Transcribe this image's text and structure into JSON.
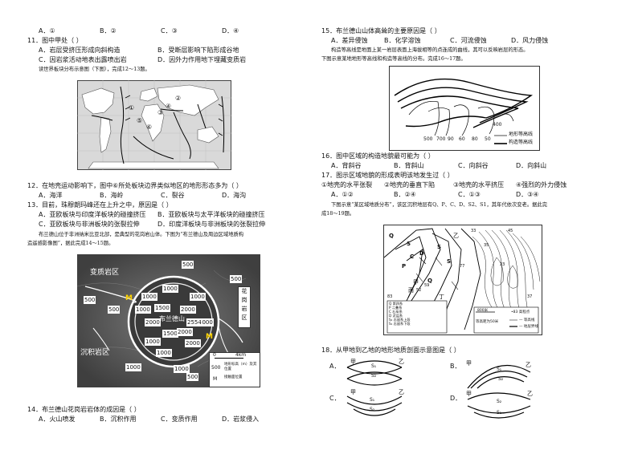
{
  "left": {
    "q10_options": [
      "A．①",
      "B．②",
      "C．③",
      "D．④"
    ],
    "q11": {
      "stem": "11．图中甲处（   ）",
      "options": [
        "A．岩层受挤压形成向斜构造",
        "B．受断层影响下陷形成谷地",
        "C．因岩浆活动地表出露喷出岩",
        "D．因外力作用地下埋藏变质岩"
      ]
    },
    "intro_12_13": "读世界板块分布示意图（下图），完成12～13题。",
    "q12": {
      "stem": "12．在地壳运动影响下，图中⑥所处板块边界类似地区的地形形态多为（   ）",
      "options": [
        "A．海洋",
        "B．海岭",
        "C．裂谷",
        "D．海沟"
      ]
    },
    "q13": {
      "stem": "13．目前，珠穆朗玛峰还在上升之中，原因是（   ）",
      "options": [
        "A．亚欧板块与印度洋板块的碰撞挤压",
        "B．亚欧板块与太平洋板块的碰撞挤压",
        "C．亚欧板块与非洲板块的张裂拉伸",
        "D．印度洋板块与非洲板块的张裂拉伸"
      ]
    },
    "intro_14_15": [
      "布兰德山位于非洲纳米比亚北部，是典型的花岗岩山体。下图为“布兰德山及周边区域地质构",
      "造遥感影像图”，据此完成14～15题。"
    ],
    "q14": {
      "stem": "14．布兰德山花岗岩岩体的成因是（   ）",
      "options": [
        "A．火山喷发",
        "B．沉积作用",
        "C．变质作用",
        "D．岩浆侵入"
      ]
    },
    "world_map": {
      "labels": [
        "①",
        "②",
        "③",
        "④",
        "⑤",
        "⑥"
      ]
    },
    "brandberg": {
      "zone_labels": [
        "变质岩区",
        "沉积岩区",
        "花岗岩区"
      ],
      "granite_chars": [
        "花",
        "岗",
        "岩",
        "区"
      ],
      "elevations": [
        "500",
        "500",
        "500",
        "500",
        "500",
        "1000",
        "1000",
        "1000",
        "1000",
        "1000",
        "1000",
        "1000",
        "1500",
        "1500",
        "2000",
        "2000",
        "2000",
        "2000",
        "2554",
        "1000",
        "1000"
      ],
      "mountain_name": "布兰德山",
      "marker": "M",
      "scale": [
        "0",
        "4km"
      ],
      "legend": [
        {
          "symbol": "500",
          "text": "地形标高（m）及其位置"
        },
        {
          "symbol": "M",
          "text": "接触面位置"
        }
      ]
    }
  },
  "right": {
    "q15": {
      "stem": "15．布兰德山山体高耸的主要原因是（   ）",
      "options": [
        "A．差异侵蚀",
        "B．化学溶蚀",
        "C．河流侵蚀",
        "D．风力侵蚀"
      ]
    },
    "intro_16_17": [
      "构造等高线是地面上某一岩层表面上海拔相等的点连成的曲线，其可以反映岩层的形态。",
      "下图示意某地地形等高线和构造等高线的分布。完成16～17题。"
    ],
    "contour_fig": {
      "values": [
        "500",
        "700",
        "90",
        "60",
        "80",
        "50",
        "400"
      ],
      "legend": [
        "地形等高线",
        "构造等高线"
      ]
    },
    "q16": {
      "stem": "16．图中区域的构造地貌最可能为（   ）",
      "options": [
        "A．背斜谷",
        "B．背斜山",
        "C．向斜谷",
        "D．向斜山"
      ]
    },
    "q17": {
      "stem": "17．图示区域地貌的形成表明该地发生过（   ）",
      "items": [
        "①地壳的水平张裂",
        "②地壳的垂直下陷",
        "③地壳的水平挤压",
        "④强烈的外力侵蚀"
      ],
      "options": [
        "A．①②",
        "B．②④",
        "C．①③",
        "D．③④"
      ]
    },
    "intro_18_19": [
      "下图示意“某区域地质分布”，该区沉积地层有Q、P、C、D、S2、S1，其年代依次变老。据此完",
      "成18～19题。"
    ],
    "geo_map": {
      "labels": [
        "Q",
        "S",
        "C",
        "P",
        "D",
        "S",
        "Q",
        "乙",
        "甲",
        "S",
        "丙",
        "丁"
      ],
      "numbers": [
        "77",
        "52",
        "59",
        "33",
        "45",
        "37",
        "35",
        "23",
        "83"
      ],
      "legend": [
        "Q 第四系",
        "P 二叠系",
        "C 石炭系",
        "D 泥盆系",
        "S₂ 志留系上段",
        "S₁ 志留系下段",
        "•83 高程点",
        "— 等高线",
        "— 地层界线"
      ],
      "legend_scale": [
        "800米",
        "等高距为50米"
      ]
    },
    "q18": {
      "stem": "18．从甲地到乙地的地形地质剖面示意图是（   ）",
      "panels": [
        {
          "letter": "A．",
          "left": "甲",
          "right": "乙",
          "strata": [
            "S₁",
            "S₂"
          ]
        },
        {
          "letter": "B．",
          "left": "甲",
          "right": "乙",
          "strata": [
            "S₁",
            "S₂"
          ]
        },
        {
          "letter": "C．",
          "left": "甲",
          "right": "乙",
          "strata": [
            "S₁",
            "S₂"
          ]
        },
        {
          "letter": "D．",
          "left": "甲",
          "right": "乙",
          "strata": [
            "S₂",
            "S₁"
          ]
        }
      ]
    }
  }
}
